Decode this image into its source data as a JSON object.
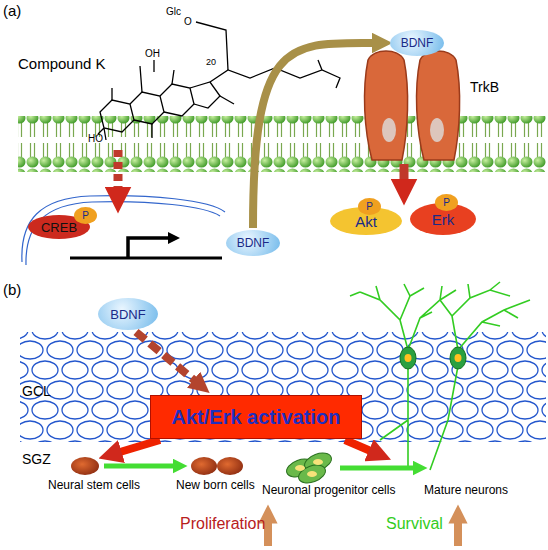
{
  "diagram": {
    "nodes": [
      {
        "text": [
          "CREB"
        ]
      },
      {
        "text": [
          "P"
        ],
        "in": 0
      },
      {
        "text": [
          "BDNF"
        ]
      },
      {
        "text": [
          "BDNF"
        ]
      },
      {
        "text": [
          "Akt"
        ]
      },
      {
        "text": [
          "P"
        ],
        "in": 4
      },
      {
        "text": [
          "Erk"
        ]
      },
      {
        "text": [
          "P"
        ],
        "in": 6
      },
      {
        "text": [
          "BDNF"
        ]
      },
      {
        "text": [
          "Akt/Erk activation"
        ]
      }
    ],
    "edges": [
      {
        "from": 2,
        "to": 3,
        "arrow": "to"
      },
      {
        "from": 8,
        "to": 9,
        "arrow": "to"
      }
    ],
    "labels": [
      "(a)",
      "Compound K",
      "Glc",
      "O",
      "OH",
      "20",
      "HO",
      "TrkB",
      "(b)",
      "GCL",
      "SGZ",
      "Neural stem cells",
      "New born cells",
      "Neuronal progenitor cells",
      "Mature neurons",
      "Proliferation",
      "Survival"
    ]
  }
}
